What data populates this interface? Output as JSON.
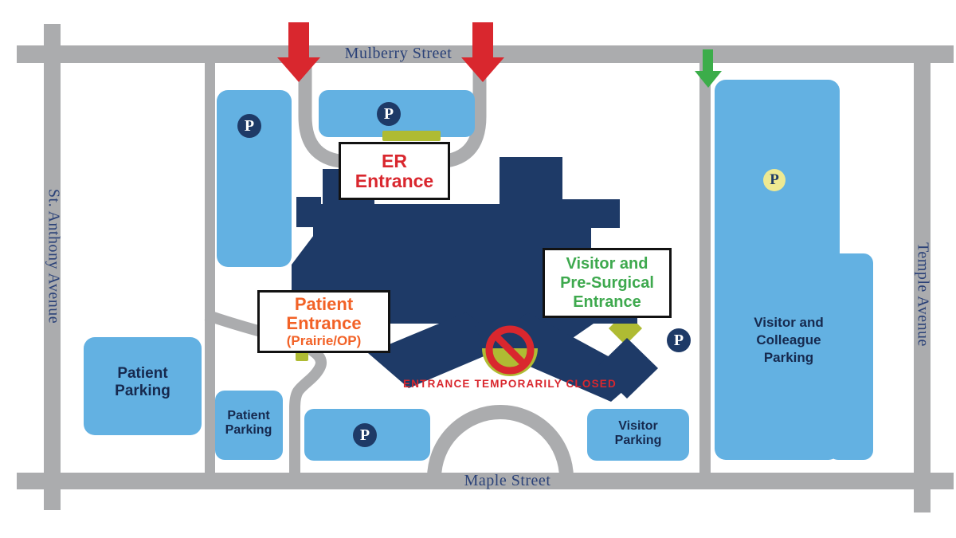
{
  "streets": {
    "mulberry": "Mulberry Street",
    "maple": "Maple Street",
    "st_anthony": "St. Anthony Avenue",
    "temple": "Temple Avenue"
  },
  "entrances": {
    "er": "ER\nEntrance",
    "patient_main": "Patient\nEntrance",
    "patient_sub": "(Prairie/OP)",
    "visitor": "Visitor and\nPre-Surgical\nEntrance",
    "closed_notice": "ENTRANCE TEMPORARILY CLOSED"
  },
  "parking": {
    "symbol": "P",
    "patient_large": "Patient\nParking",
    "patient_small": "Patient\nParking",
    "visitor": "Visitor\nParking",
    "visitor_colleague": "Visitor and\nColleague\nParking"
  },
  "icons": {
    "red_entry_arrows": 2,
    "green_entry_arrow": 1,
    "no_entry_sign": 1
  },
  "colors": {
    "road": "#ABACAE",
    "parking_fill": "#63B1E2",
    "building": "#1E3A67",
    "entrance_marker": "#AFBB33",
    "alert_red": "#D9272E",
    "orange": "#F26227",
    "green_arrow": "#3CAD4A",
    "green_text": "#3EA94E",
    "street_text": "#2B4278",
    "parking_text": "#16294E",
    "p_circle_yellow": "#EEE992"
  }
}
